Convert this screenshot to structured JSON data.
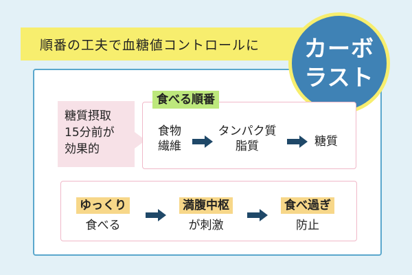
{
  "banner": {
    "title": "順番の工夫で血糖値コントロールに"
  },
  "badge": {
    "line1": "カーボ",
    "line2": "ラスト"
  },
  "note": {
    "line1": "糖質摂取",
    "line2": "15分前が",
    "line3": "効果的"
  },
  "eating_order": {
    "title": "食べる順番",
    "steps": [
      {
        "line1": "食物",
        "line2": "繊維"
      },
      {
        "line1": "タンパク質",
        "line2": "脂質"
      },
      {
        "line1": "糖質"
      }
    ]
  },
  "effects": [
    {
      "highlight": "ゆっくり",
      "text": "食べる"
    },
    {
      "highlight": "満腹中枢",
      "text": "が刺激"
    },
    {
      "highlight": "食べ過ぎ",
      "text": "防止"
    }
  ],
  "colors": {
    "background": "#e3f1f7",
    "banner": "#f7ee6e",
    "badge": "#3f82b5",
    "arrow": "#1f4868",
    "title_highlight": "#bde87c",
    "effect_highlight": "#f7d789",
    "note_bg": "#f7e1e7"
  }
}
